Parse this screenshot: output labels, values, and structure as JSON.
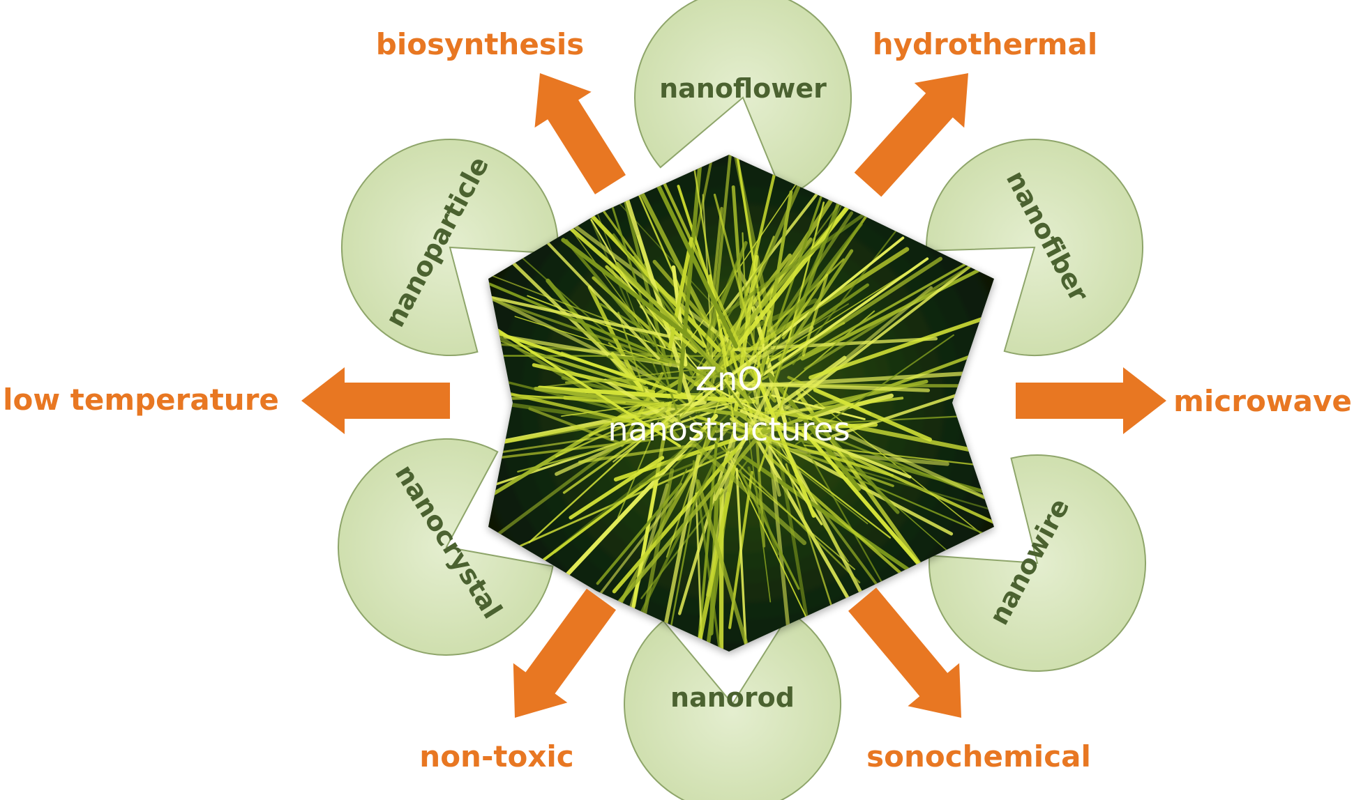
{
  "center": {
    "line1": "ZnO",
    "line2": "nanostructures"
  },
  "structures": [
    {
      "id": "nanoflower",
      "label": "nanoflower"
    },
    {
      "id": "nanofiber",
      "label": "nanofiber"
    },
    {
      "id": "nanowire",
      "label": "nanowire"
    },
    {
      "id": "nanorod",
      "label": "nanorod"
    },
    {
      "id": "nanocrystal",
      "label": "nanocrystal"
    },
    {
      "id": "nanoparticle",
      "label": "nanoparticle"
    }
  ],
  "methods": [
    {
      "id": "biosynthesis",
      "label": "biosynthesis"
    },
    {
      "id": "hydrothermal",
      "label": "hydrothermal"
    },
    {
      "id": "microwave",
      "label": "microwave"
    },
    {
      "id": "sonochemical",
      "label": "sonochemical"
    },
    {
      "id": "non-toxic",
      "label": "non-toxic"
    },
    {
      "id": "low-temperature",
      "label": "low temperature"
    }
  ],
  "colors": {
    "segment_fill": "#d6e4b8",
    "segment_stroke": "#8ea56a",
    "segment_text": "#4b6230",
    "arrow": "#e87722",
    "method_text": "#e87722",
    "star_dark": "#0b1f09",
    "fiber_bright": "#d9e83a",
    "fiber_mid": "#9fb52a"
  }
}
